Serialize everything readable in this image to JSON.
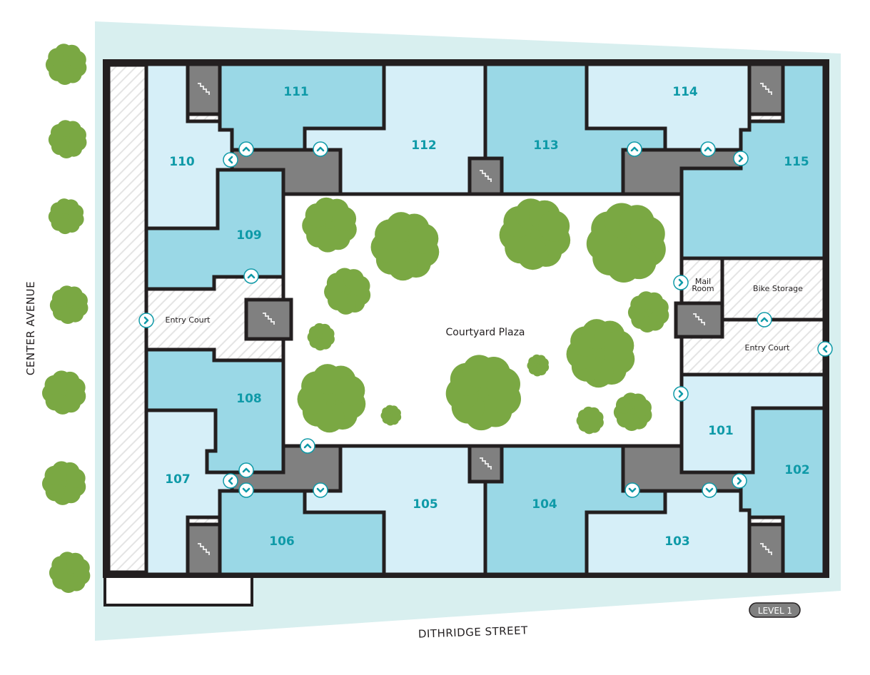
{
  "map": {
    "streets": {
      "left": "CENTER AVENUE",
      "bottom": "DITHRIDGE STREET"
    },
    "level_badge": "LEVEL 1",
    "units": {
      "u101": "101",
      "u102": "102",
      "u103": "103",
      "u104": "104",
      "u105": "105",
      "u106": "106",
      "u107": "107",
      "u108": "108",
      "u109": "109",
      "u110": "110",
      "u111": "111",
      "u112": "112",
      "u113": "113",
      "u114": "114",
      "u115": "115"
    },
    "rooms": {
      "entry_court_left": "Entry Court",
      "entry_court_right": "Entry Court",
      "mail_room_line1": "Mail",
      "mail_room_line2": "Room",
      "bike_storage": "Bike Storage",
      "courtyard": "Courtyard Plaza"
    },
    "colors": {
      "unit_light": "#d6eff8",
      "unit_medium": "#9ad8e6",
      "stair_gray": "#808080",
      "tree_green": "#7aa843",
      "label_teal": "#0f9aa8",
      "site_bg": "#d8efef",
      "wall": "#231f20"
    }
  }
}
